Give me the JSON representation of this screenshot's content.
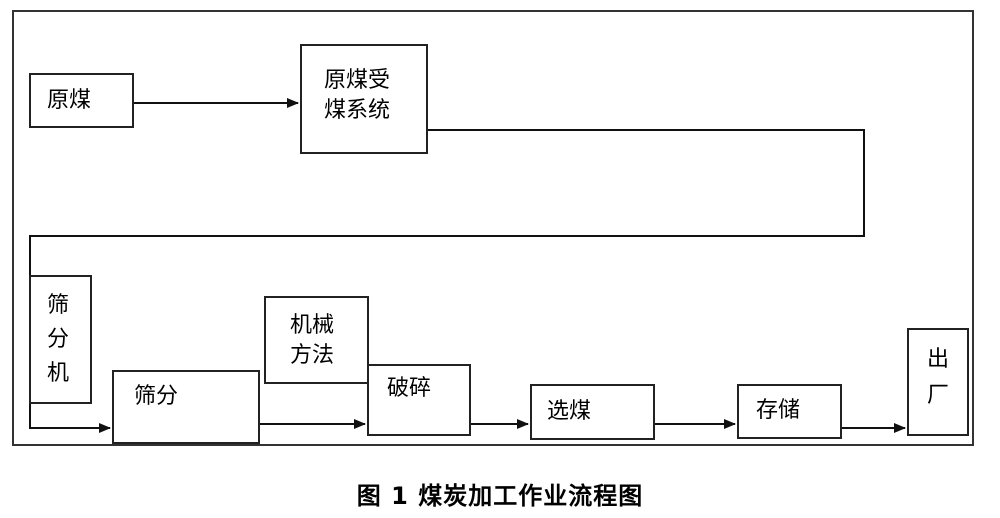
{
  "diagram": {
    "nodes": {
      "raw_coal": "原煤",
      "receiving_system_line1": "原煤受",
      "receiving_system_line2": "煤系统",
      "screener_line1": "筛",
      "screener_line2": "分",
      "screener_line3": "机",
      "screening": "筛分",
      "mechanical_line1": "机械",
      "mechanical_line2": "方法",
      "crushing": "破碎",
      "coal_selection": "选煤",
      "storage": "存储",
      "exit_line1": "出",
      "exit_line2": "厂"
    },
    "caption": "图 1   煤炭加工作业流程图",
    "colors": {
      "line": "#111111",
      "frame": "#333333"
    }
  }
}
